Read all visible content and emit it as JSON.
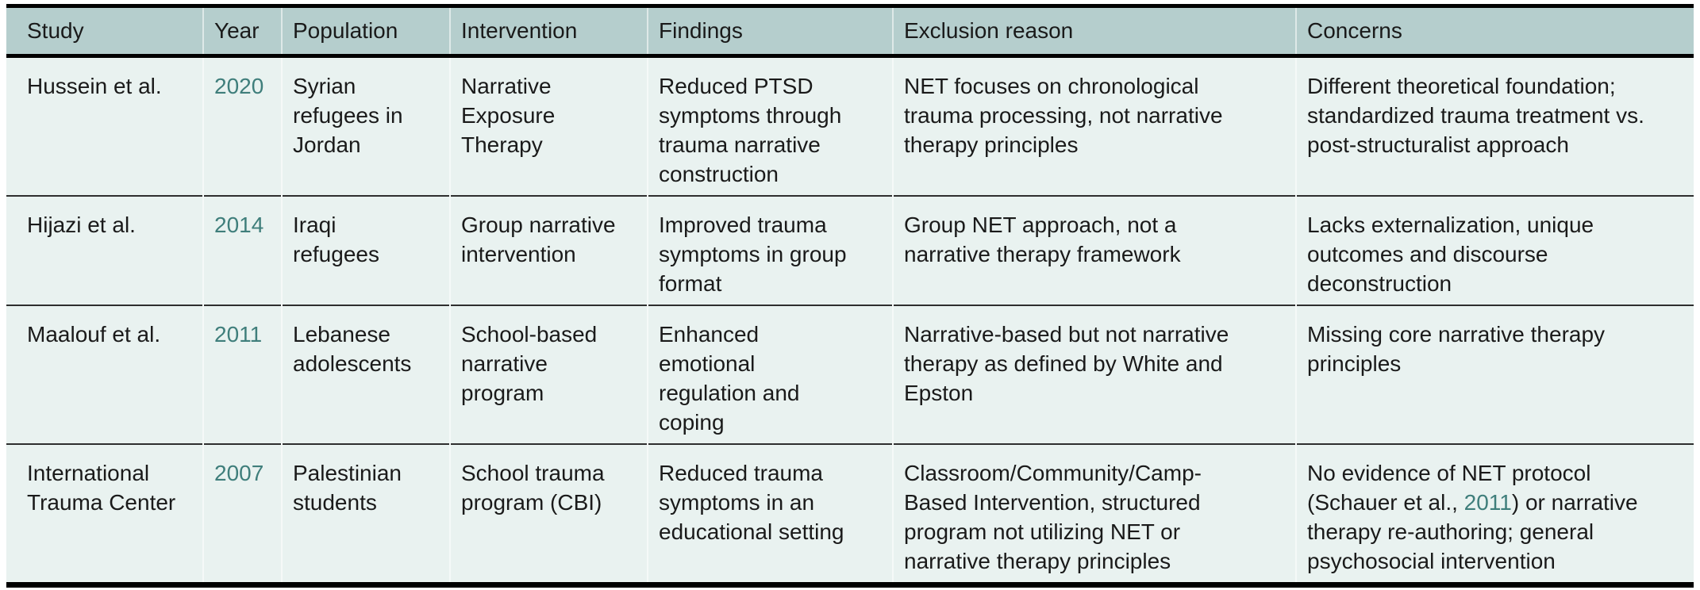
{
  "table": {
    "columns": [
      "Study",
      "Year",
      "Population",
      "Intervention",
      "Findings",
      "Exclusion reason",
      "Concerns"
    ],
    "rows": [
      {
        "study": "Hussein et al.",
        "year": "2020",
        "population": "Syrian refugees in Jordan",
        "intervention": "Narrative Exposure Therapy",
        "findings": "Reduced PTSD symptoms through trauma narrative construction",
        "exclusion_reason": "NET focuses on chronological trauma processing, not narrative therapy principles",
        "concerns": "Different theoretical foundation; standardized trauma treatment vs. post-structuralist approach"
      },
      {
        "study": "Hijazi et al.",
        "year": "2014",
        "population": "Iraqi refugees",
        "intervention": "Group narrative intervention",
        "findings": "Improved trauma symptoms in group format",
        "exclusion_reason": "Group NET approach, not a narrative therapy framework",
        "concerns": "Lacks externalization, unique outcomes and discourse deconstruction"
      },
      {
        "study": "Maalouf et al.",
        "year": "2011",
        "population": "Lebanese adolescents",
        "intervention": "School-based narrative program",
        "findings": "Enhanced emotional regulation and coping",
        "exclusion_reason": "Narrative-based but not narrative therapy as defined by White and Epston",
        "concerns": "Missing core narrative therapy principles"
      },
      {
        "study": "International Trauma Center",
        "year": "2007",
        "population": "Palestinian students",
        "intervention": "School trauma program (CBI)",
        "findings": "Reduced trauma symptoms in an educational setting",
        "exclusion_reason": "Classroom/Community/Camp-Based Intervention, structured program not utilizing NET or narrative therapy principles",
        "concerns_parts": {
          "before": "No evidence of NET protocol (Schauer et al., ",
          "link": "2011",
          "after": ") or narrative therapy re-authoring; general psychosocial intervention"
        }
      }
    ]
  },
  "colors": {
    "header_bg": "#b5cecd",
    "body_bg": "#e9f2f0",
    "link_teal": "#3f7e7b",
    "text": "#1a1a1a",
    "border": "#000000",
    "row_divider": "#2e2e2e"
  }
}
